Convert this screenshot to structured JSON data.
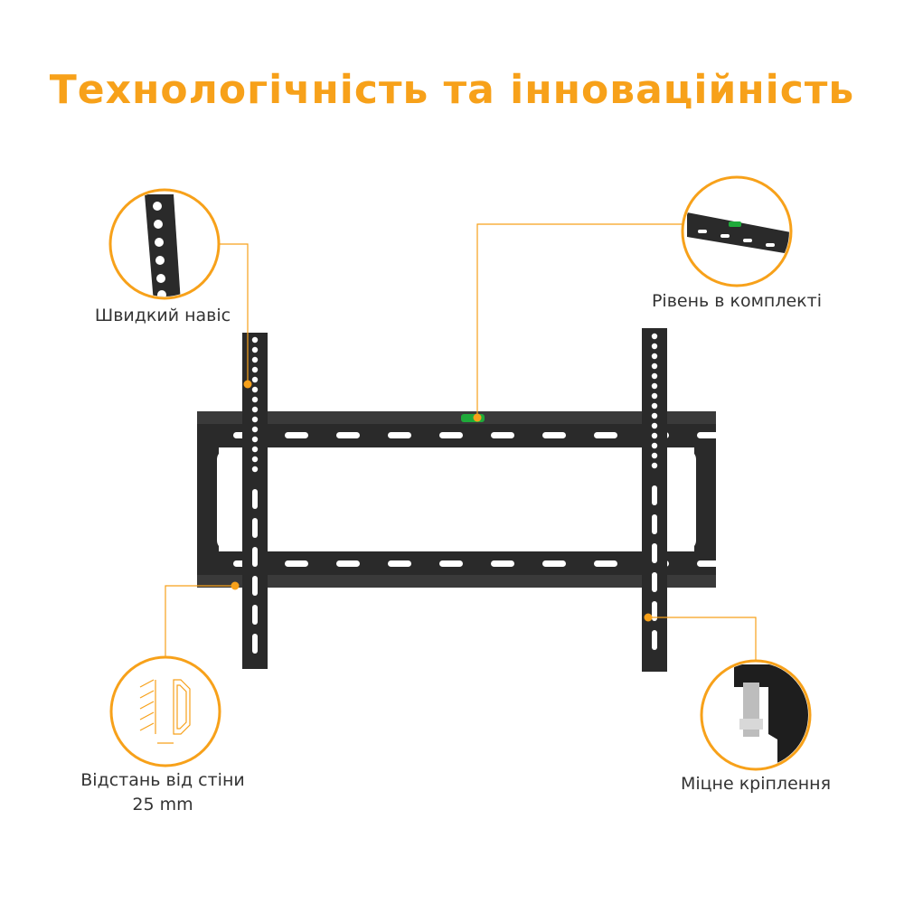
{
  "title": "Технологічність та інноваційність",
  "colors": {
    "accent": "#F7A11A",
    "bracket": "#2a2a2a",
    "level": "#1faa3a",
    "text": "#333333"
  },
  "features": [
    {
      "label": "Швидкий навіс",
      "icon": "hanging-arm-icon"
    },
    {
      "label": "Рівень в комплекті",
      "icon": "bubble-level-icon"
    },
    {
      "label": "Відстань від стіни",
      "sublabel": "25 mm",
      "icon": "wall-distance-icon"
    },
    {
      "label": "Міцне кріплення",
      "icon": "secure-lock-icon"
    }
  ]
}
